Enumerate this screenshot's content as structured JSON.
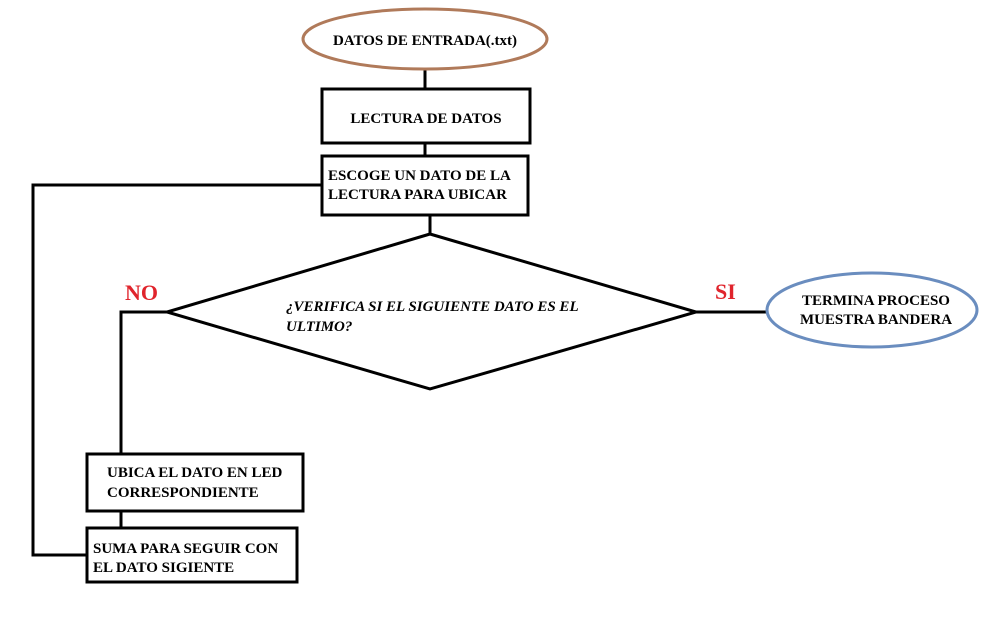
{
  "nodes": {
    "input": {
      "label": "DATOS DE ENTRADA(.txt)",
      "stroke": "#b07a5a"
    },
    "read": {
      "label": "LECTURA DE DATOS"
    },
    "choose": {
      "line1": "ESCOGE UN DATO DE LA",
      "line2": "LECTURA PARA UBICAR"
    },
    "decision": {
      "line1": "¿VERIFICA SI EL SIGUIENTE DATO ES EL",
      "line2": "ULTIMO?"
    },
    "end": {
      "line1": "TERMINA PROCESO",
      "line2": "MUESTRA BANDERA",
      "stroke": "#6a8dbf"
    },
    "locate": {
      "line1": "UBICA EL DATO EN LED",
      "line2": "CORRESPONDIENTE"
    },
    "sum": {
      "line1": "SUMA PARA SEGUIR CON",
      "line2": "EL DATO SIGIENTE"
    }
  },
  "branches": {
    "no": "NO",
    "yes": "SI",
    "color": "#e0242c"
  }
}
